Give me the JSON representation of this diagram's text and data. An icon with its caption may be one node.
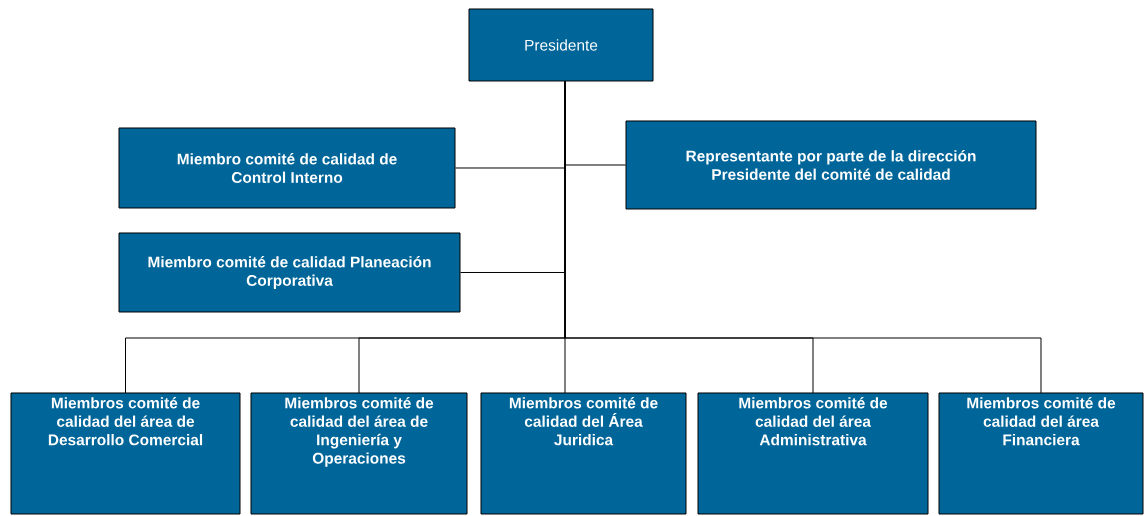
{
  "diagram": {
    "nodes": [
      {
        "text": [
          "Presidente"
        ]
      },
      {
        "text": [
          "Miembro comité de calidad de Control Interno"
        ]
      },
      {
        "text": [
          "Representante por parte de la dirección Presidente del comité de calidad"
        ]
      },
      {
        "text": [
          "Miembro comité de calidad Planeación Corporativa"
        ]
      },
      {
        "text": [
          "Miembros comité de calidad del área de Desarrollo Comercial"
        ]
      },
      {
        "text": [
          "Miembros comité de calidad del área de Ingeniería y Operaciones"
        ]
      },
      {
        "text": [
          "Miembros comité de calidad del Área Juridica"
        ]
      },
      {
        "text": [
          "Miembros comité de calidad del área Administrativa"
        ]
      },
      {
        "text": [
          "Miembros comité de calidad del área Financiera"
        ]
      }
    ],
    "edges": [
      {
        "from": 0,
        "to": 1,
        "arrow": "none"
      },
      {
        "from": 0,
        "to": 2,
        "arrow": "none"
      },
      {
        "from": 0,
        "to": 3,
        "arrow": "none"
      },
      {
        "from": 0,
        "to": 4,
        "arrow": "none"
      },
      {
        "from": 0,
        "to": 5,
        "arrow": "none"
      },
      {
        "from": 0,
        "to": 6,
        "arrow": "none"
      },
      {
        "from": 0,
        "to": 7,
        "arrow": "none"
      },
      {
        "from": 0,
        "to": 8,
        "arrow": "none"
      }
    ]
  }
}
